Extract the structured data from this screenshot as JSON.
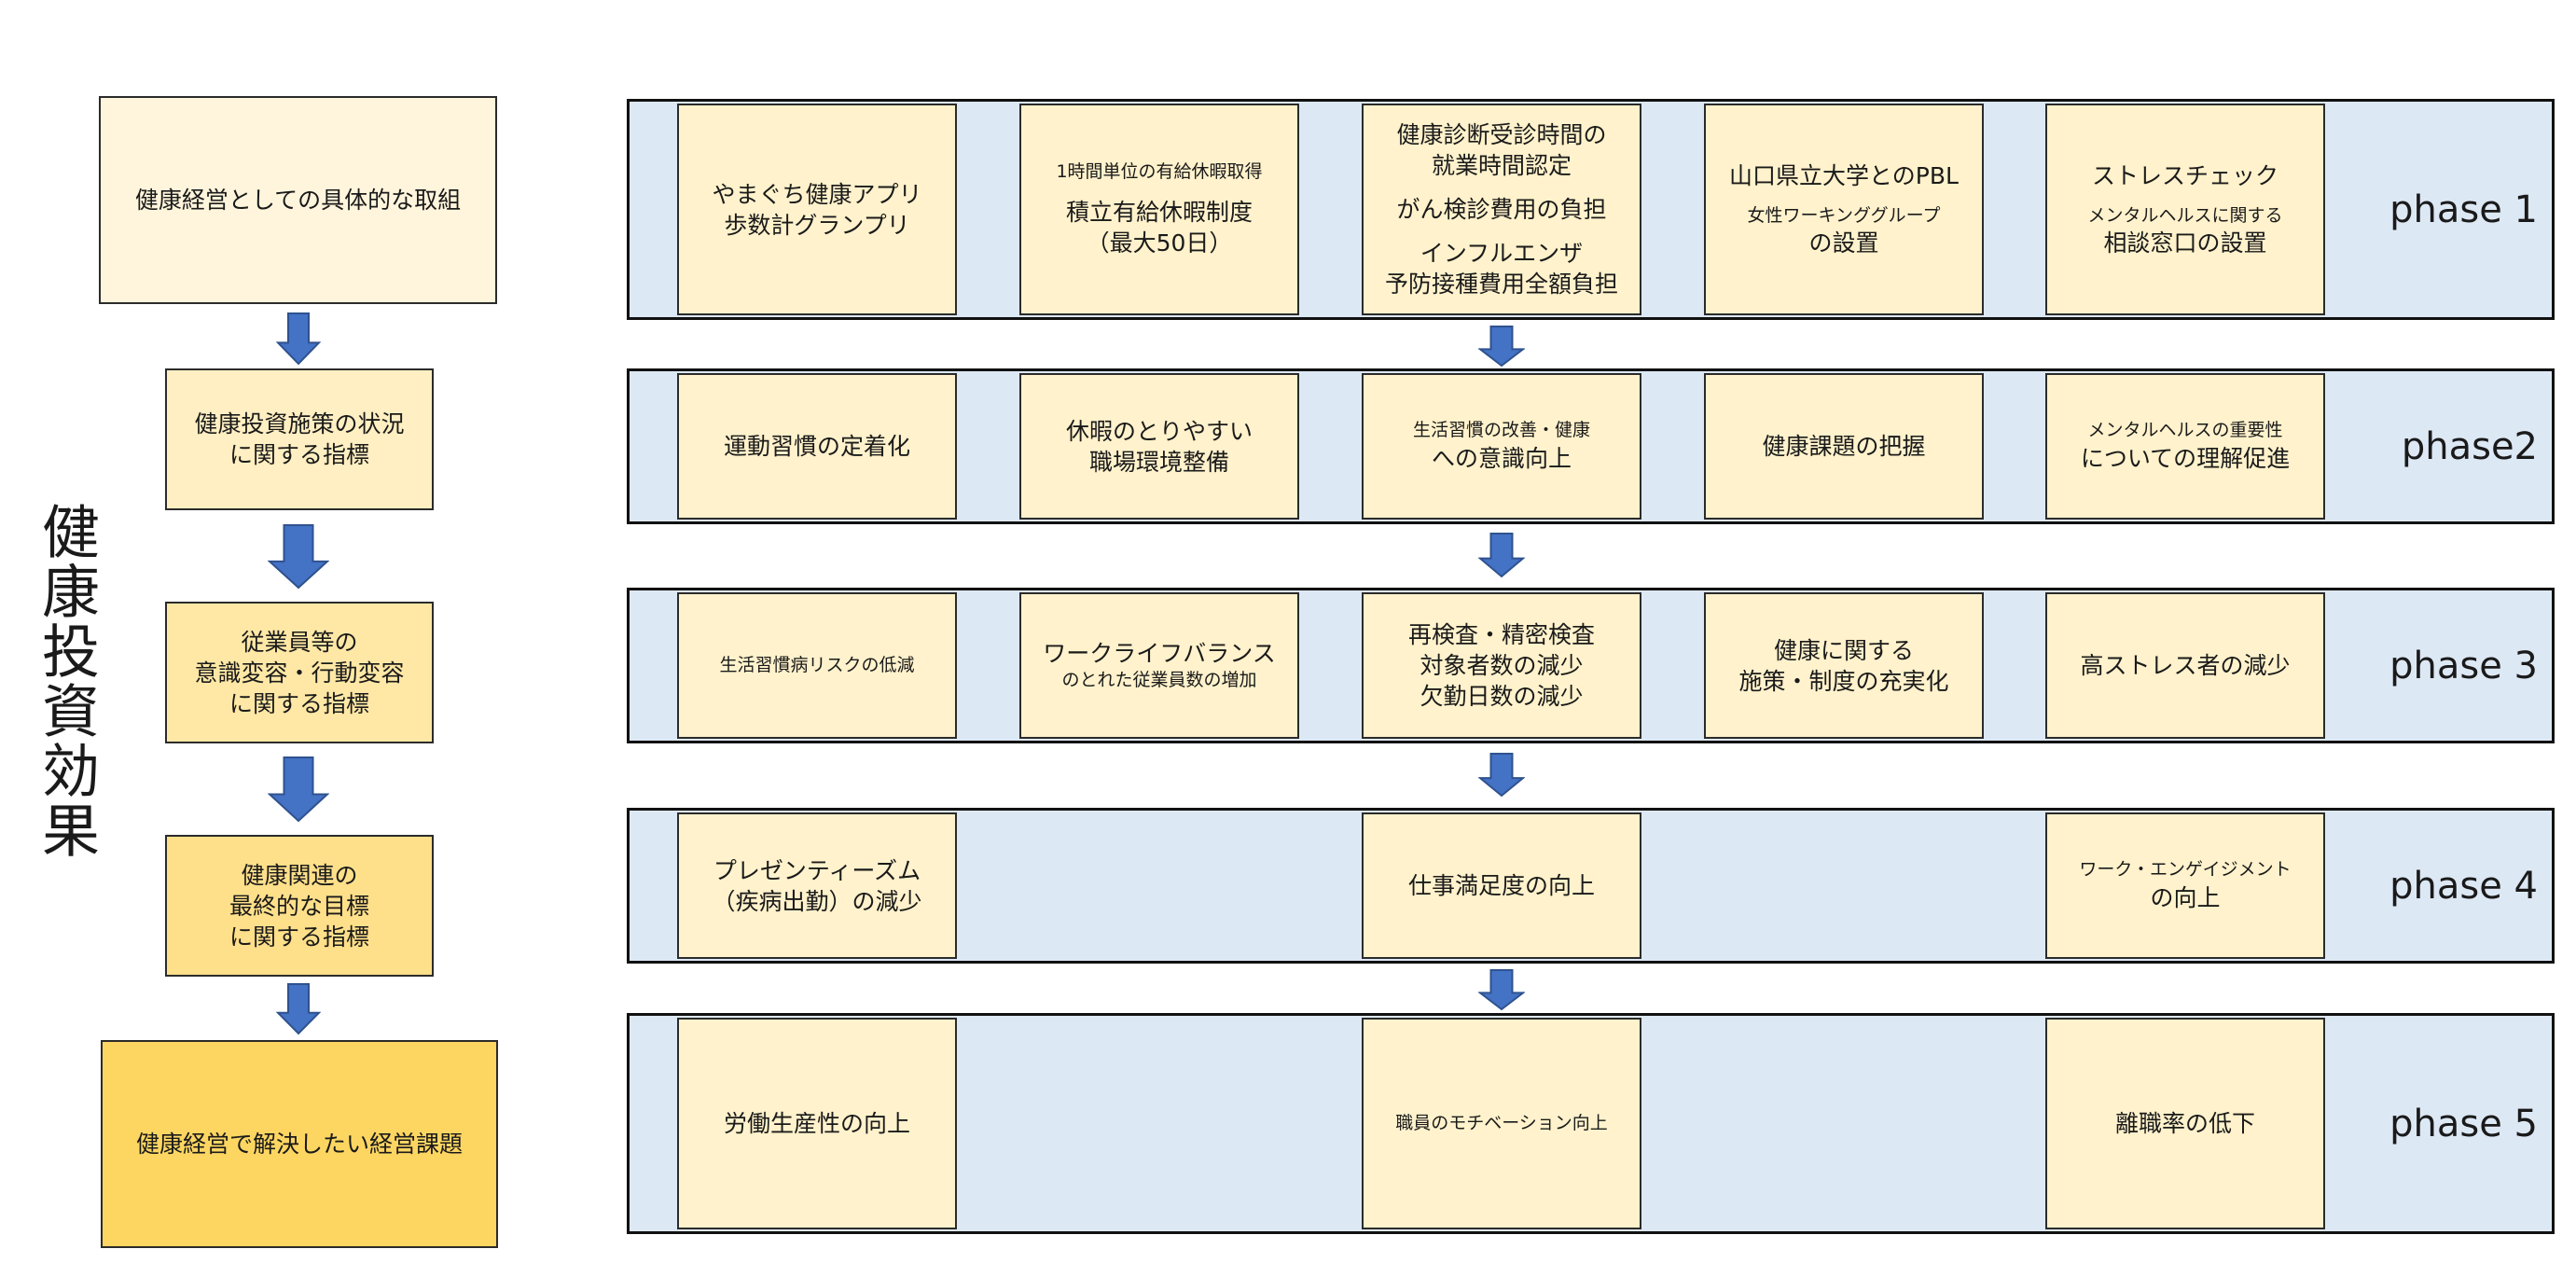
{
  "vertical_title": "健康投資効果",
  "left_boxes": [
    {
      "text": "健康経営としての具体的な取組",
      "color": "#fff5dc"
    },
    {
      "text": "健康投資施策の状況\nに関する指標",
      "color": "#ffefc2"
    },
    {
      "text": "従業員等の\n意識変容・行動変容\nに関する指標",
      "color": "#ffe8a6"
    },
    {
      "text": "健康関連の\n最終的な目標\nに関する指標",
      "color": "#ffe08a"
    },
    {
      "text": "健康経営で解決したい経営課題",
      "color": "#fdd662"
    }
  ],
  "phases": [
    {
      "label": "phase 1",
      "cards": [
        {
          "col": 0,
          "lines": [
            {
              "t": "やまぐち健康アプリ\n歩数計グランプリ",
              "s": "l"
            }
          ]
        },
        {
          "col": 1,
          "lines": [
            {
              "t": "1時間単位の有給休暇取得",
              "s": "s"
            },
            {
              "t": "積立有給休暇制度\n（最大50日）",
              "s": "l"
            }
          ]
        },
        {
          "col": 2,
          "lines": [
            {
              "t": "健康診断受診時間の\n就業時間認定",
              "s": "l"
            },
            {
              "t": "がん検診費用の負担",
              "s": "l"
            },
            {
              "t": "インフルエンザ\n予防接種費用全額負担",
              "s": "l"
            }
          ]
        },
        {
          "col": 3,
          "lines": [
            {
              "t": "山口県立大学とのPBL",
              "s": "l"
            },
            {
              "t": "女性ワーキンググループ",
              "s": "s"
            },
            {
              "t": "の設置",
              "s": "l",
              "tight": true
            }
          ]
        },
        {
          "col": 4,
          "lines": [
            {
              "t": "ストレスチェック",
              "s": "l"
            },
            {
              "t": "メンタルヘルスに関する",
              "s": "s"
            },
            {
              "t": "相談窓口の設置",
              "s": "l",
              "tight": true
            }
          ]
        }
      ]
    },
    {
      "label": "phase2",
      "cards": [
        {
          "col": 0,
          "lines": [
            {
              "t": "運動習慣の定着化",
              "s": "l"
            }
          ]
        },
        {
          "col": 1,
          "lines": [
            {
              "t": "休暇のとりやすい\n職場環境整備",
              "s": "l"
            }
          ]
        },
        {
          "col": 2,
          "lines": [
            {
              "t": "生活習慣の改善・健康",
              "s": "s"
            },
            {
              "t": "への意識向上",
              "s": "l",
              "tight": true
            }
          ]
        },
        {
          "col": 3,
          "lines": [
            {
              "t": "健康課題の把握",
              "s": "l"
            }
          ]
        },
        {
          "col": 4,
          "lines": [
            {
              "t": "メンタルヘルスの重要性",
              "s": "s"
            },
            {
              "t": "についての理解促進",
              "s": "l",
              "tight": true
            }
          ]
        }
      ]
    },
    {
      "label": "phase 3",
      "cards": [
        {
          "col": 0,
          "lines": [
            {
              "t": "生活習慣病リスクの低減",
              "s": "s"
            }
          ]
        },
        {
          "col": 1,
          "lines": [
            {
              "t": "ワークライフバランス",
              "s": "l"
            },
            {
              "t": "のとれた従業員数の増加",
              "s": "s",
              "tight": true
            }
          ]
        },
        {
          "col": 2,
          "lines": [
            {
              "t": "再検査・精密検査\n対象者数の減少\n欠勤日数の減少",
              "s": "l"
            }
          ]
        },
        {
          "col": 3,
          "lines": [
            {
              "t": "健康に関する\n施策・制度の充実化",
              "s": "l"
            }
          ]
        },
        {
          "col": 4,
          "lines": [
            {
              "t": "高ストレス者の減少",
              "s": "l"
            }
          ]
        }
      ]
    },
    {
      "label": "phase 4",
      "cards": [
        {
          "col": 0,
          "lines": [
            {
              "t": "プレゼンティーズム\n（疾病出勤）の減少",
              "s": "l"
            }
          ]
        },
        {
          "col": 2,
          "lines": [
            {
              "t": "仕事満足度の向上",
              "s": "l"
            }
          ]
        },
        {
          "col": 4,
          "lines": [
            {
              "t": "ワーク・エンゲイジメント",
              "s": "s"
            },
            {
              "t": "の向上",
              "s": "l",
              "tight": true
            }
          ]
        }
      ]
    },
    {
      "label": "phase 5",
      "cards": [
        {
          "col": 0,
          "lines": [
            {
              "t": "労働生産性の向上",
              "s": "l"
            }
          ]
        },
        {
          "col": 2,
          "lines": [
            {
              "t": "職員のモチベーション向上",
              "s": "s"
            }
          ]
        },
        {
          "col": 4,
          "lines": [
            {
              "t": "離職率の低下",
              "s": "l"
            }
          ]
        }
      ]
    }
  ],
  "colors": {
    "band_fill": "#dde8f5",
    "card_fill": "#fff2cc",
    "arrow_fill": "#4472c4",
    "arrow_stroke": "#2f528f"
  }
}
